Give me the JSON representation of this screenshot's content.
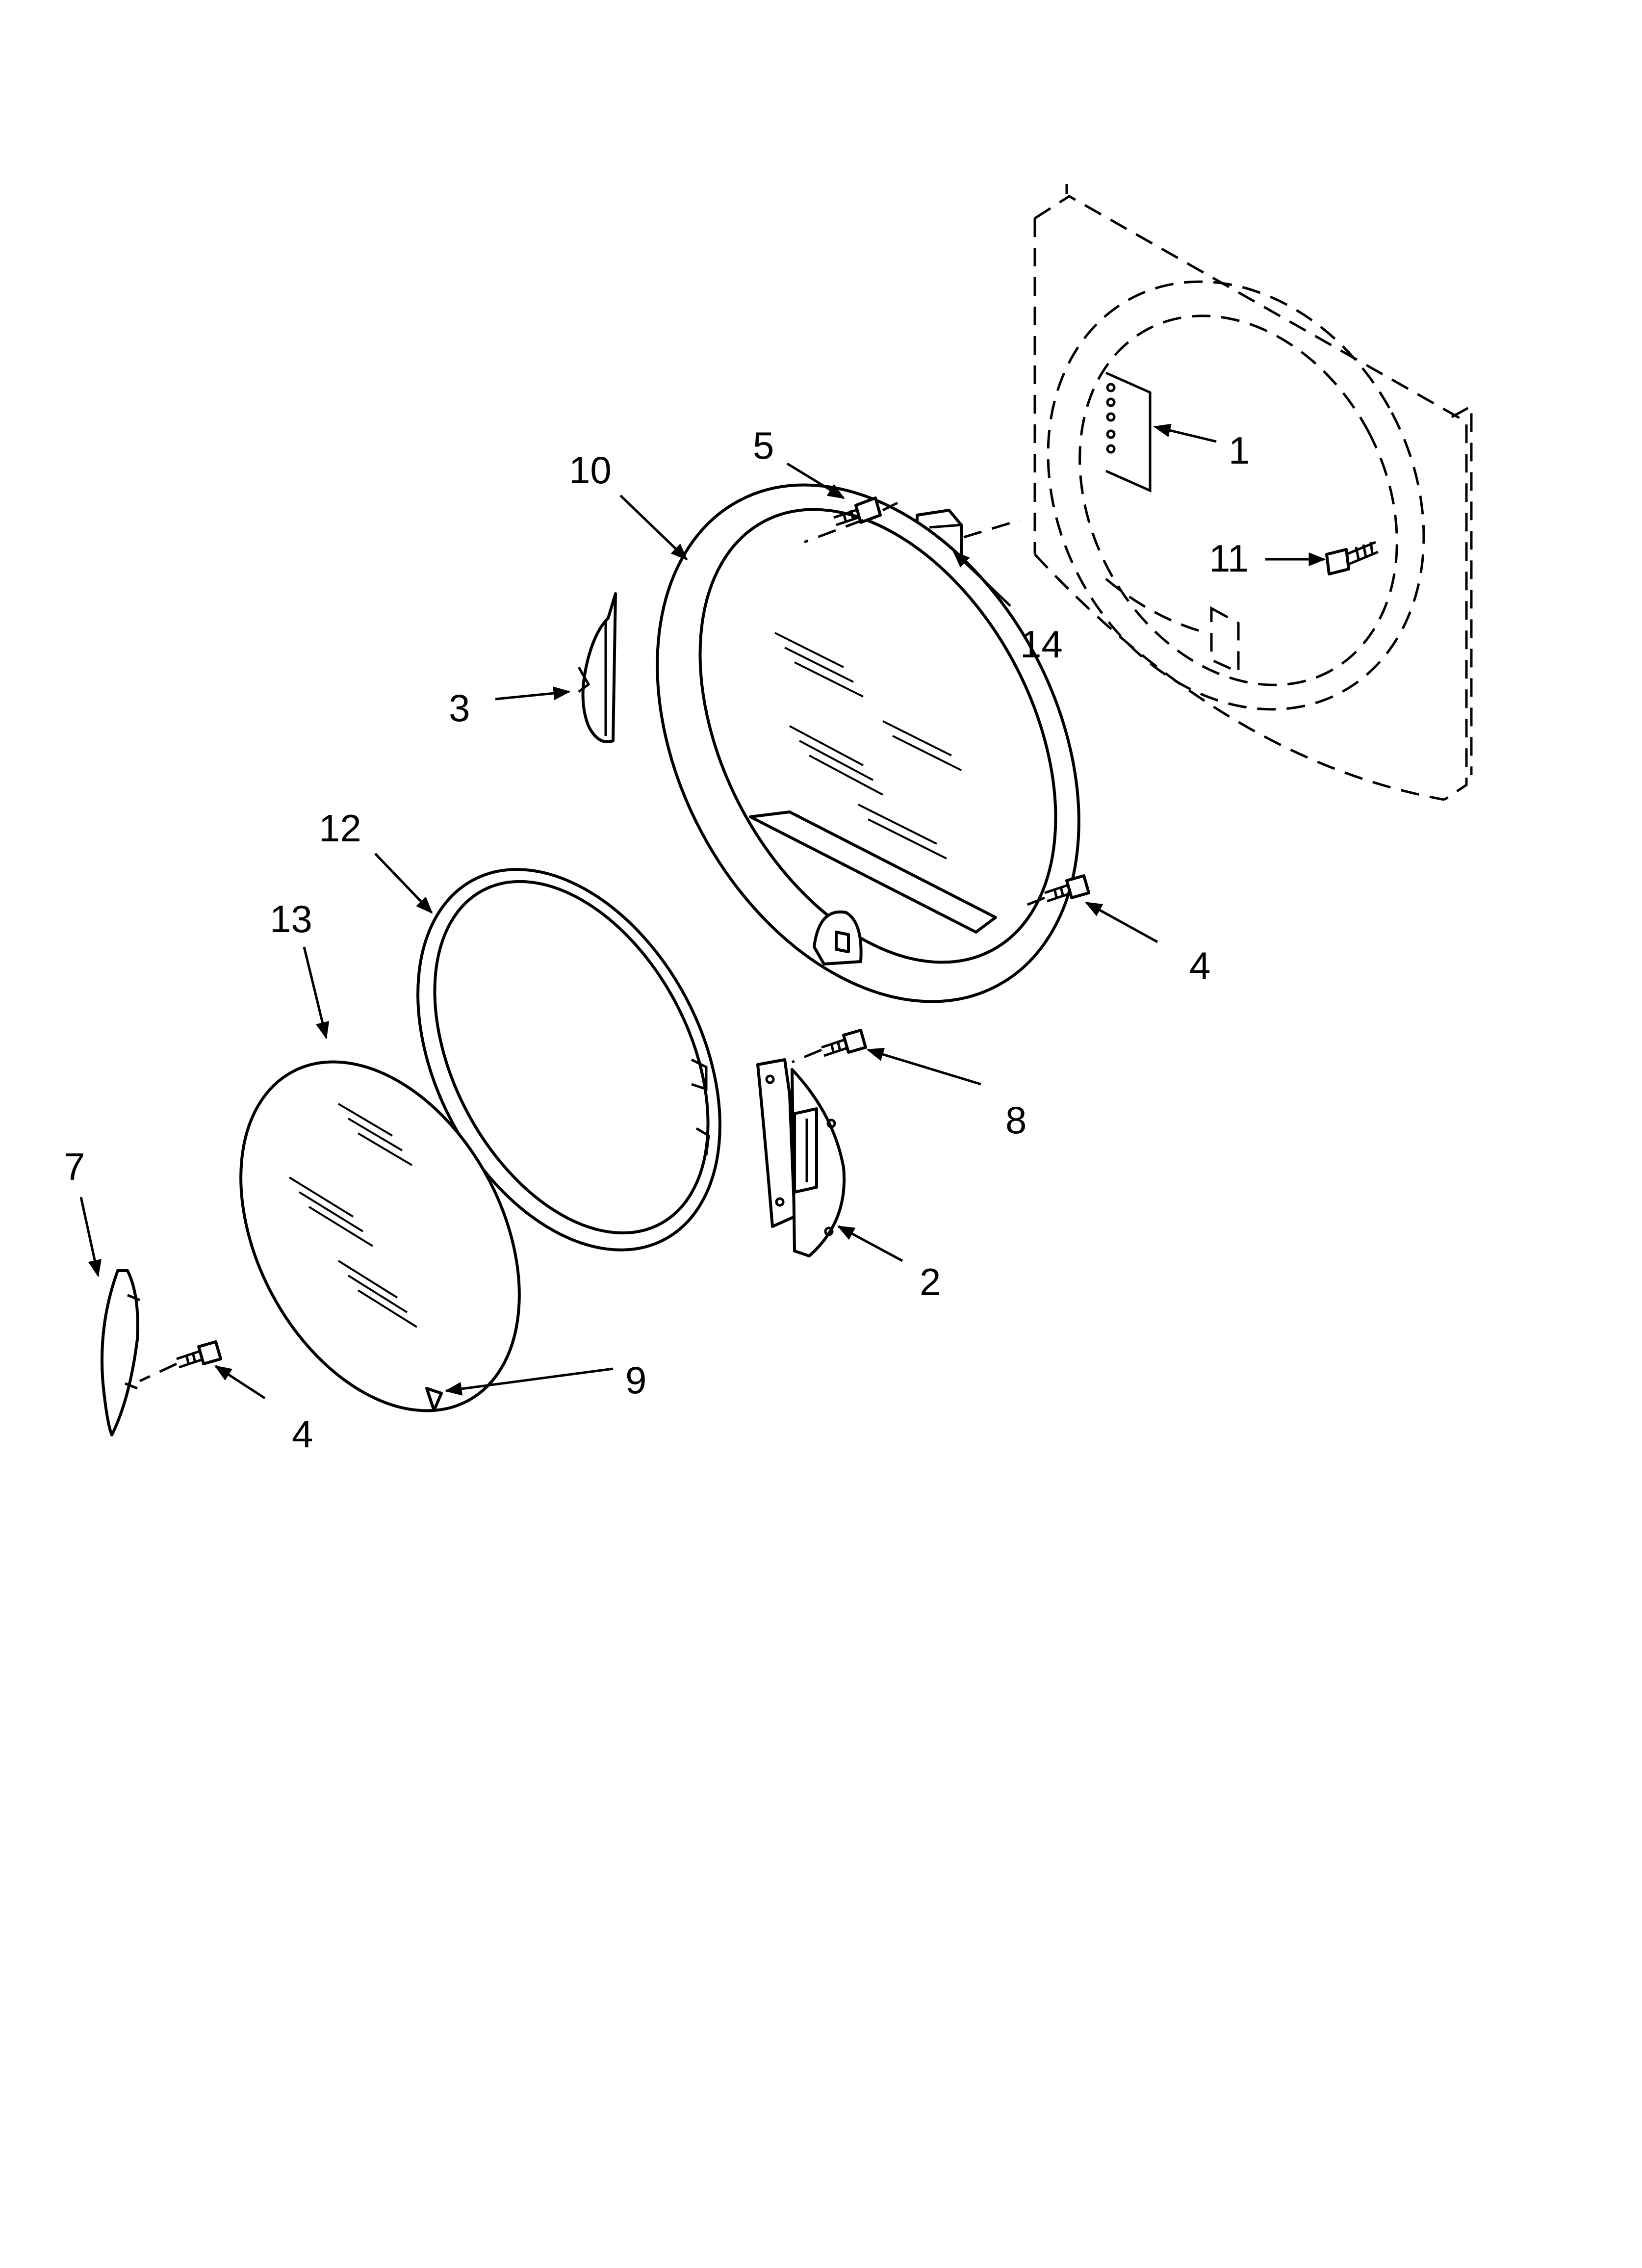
{
  "callouts": {
    "c1": "1",
    "c2": "2",
    "c3": "3",
    "c4a": "4",
    "c4b": "4",
    "c5": "5",
    "c7": "7",
    "c8": "8",
    "c9": "9",
    "c10": "10",
    "c11": "11",
    "c12": "12",
    "c13": "13",
    "c14": "14"
  }
}
